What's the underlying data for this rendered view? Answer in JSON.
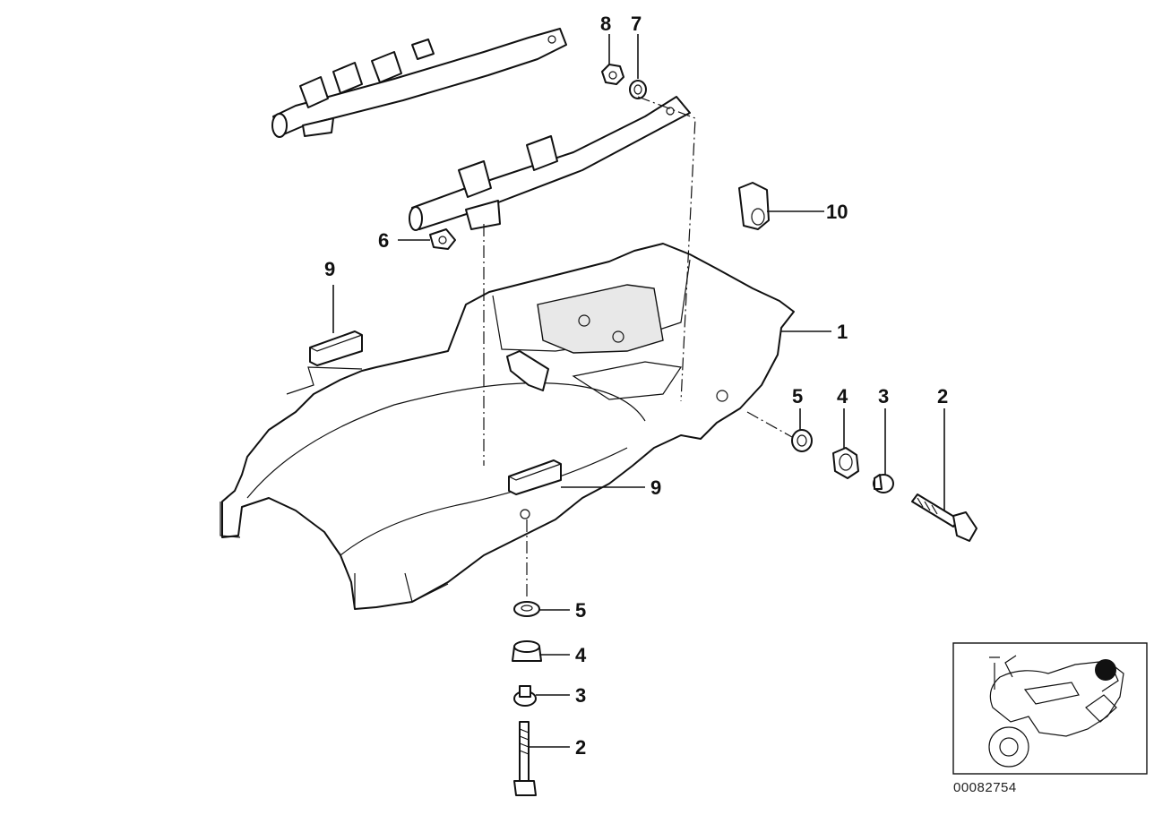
{
  "callouts": {
    "c1": "1",
    "c2a": "2",
    "c2b": "2",
    "c3a": "3",
    "c3b": "3",
    "c4a": "4",
    "c4b": "4",
    "c5a": "5",
    "c5b": "5",
    "c6": "6",
    "c7": "7",
    "c8": "8",
    "c9a": "9",
    "c9b": "9",
    "c10": "10"
  },
  "drawing_number": "00082754"
}
